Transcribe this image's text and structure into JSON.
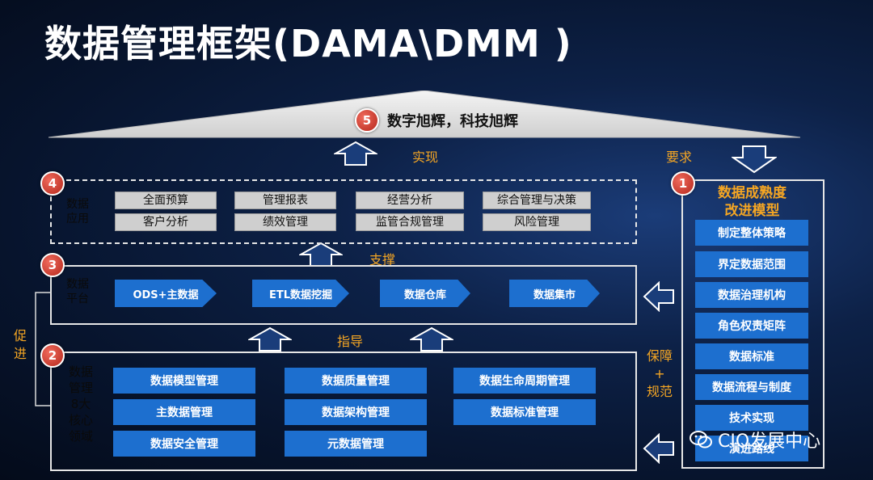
{
  "title": "数据管理框架(DAMA\\DMM )",
  "top": {
    "badge": "5",
    "text": "数字旭辉，科技旭辉"
  },
  "connectors": {
    "realize": "实现",
    "support": "支撑",
    "guide": "指导",
    "require": "要求",
    "promote": "促进",
    "guarantee_1": "保障",
    "guarantee_2": "+",
    "guarantee_3": "规范"
  },
  "apps": {
    "badge": "4",
    "label_1": "数据",
    "label_2": "应用",
    "items": [
      "全面预算",
      "管理报表",
      "经营分析",
      "综合管理与决策",
      "客户分析",
      "绩效管理",
      "监管合规管理",
      "风险管理"
    ]
  },
  "platform": {
    "badge": "3",
    "label_1": "数据",
    "label_2": "平台",
    "items": [
      "ODS+主数据",
      "ETL数据挖掘",
      "数据仓库",
      "数据集市"
    ]
  },
  "domains": {
    "badge": "2",
    "label_lines": [
      "数据",
      "管理",
      "8大",
      "核心",
      "领域"
    ],
    "items": [
      "数据模型管理",
      "数据质量管理",
      "数据生命周期管理",
      "主数据管理",
      "数据架构管理",
      "数据标准管理",
      "数据安全管理",
      "元数据管理"
    ]
  },
  "maturity": {
    "badge": "1",
    "title_1": "数据成熟度",
    "title_2": "改进模型",
    "items": [
      "制定整体策略",
      "界定数据范围",
      "数据治理机构",
      "角色权责矩阵",
      "数据标准",
      "数据流程与制度",
      "技术实现",
      "演进路线"
    ]
  },
  "watermark": "CIO发展中心",
  "colors": {
    "accent_blue": "#1d6fcf",
    "orange": "#f5a623",
    "badge_red": "#c8392b"
  }
}
